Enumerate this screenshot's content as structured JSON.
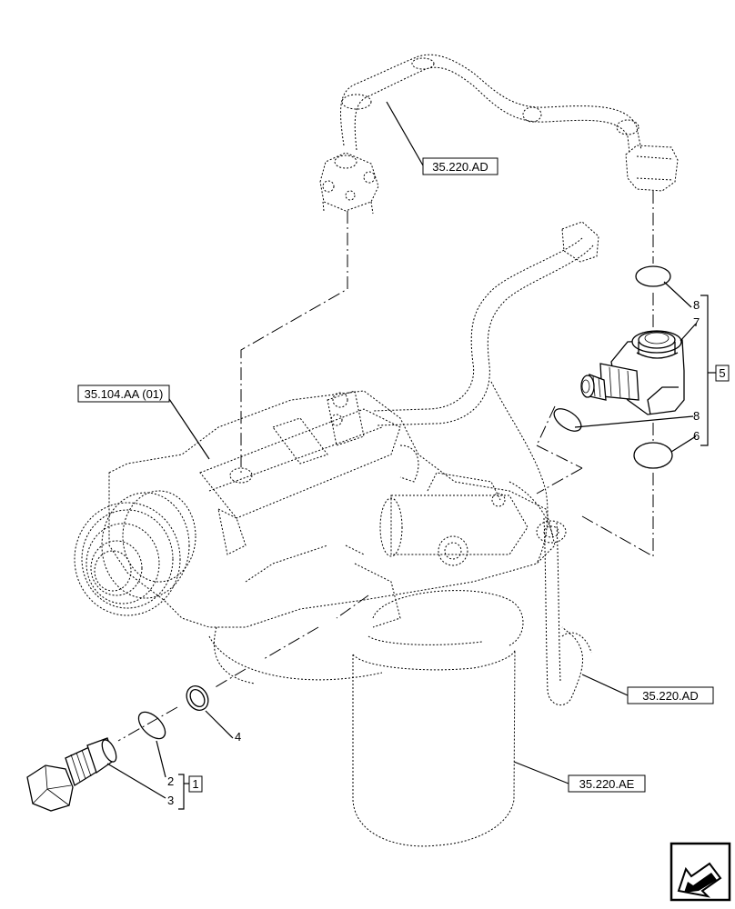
{
  "references": {
    "oil_pipe_top": "35.220.AD",
    "pump": "35.104.AA (01)",
    "oil_pipe_right": "35.220.AD",
    "filter": "35.220.AE"
  },
  "items": {
    "item_2": "2",
    "item_3": "3",
    "group_1": "1",
    "item_4": "4",
    "item_6": "6",
    "item_7": "7",
    "item_8_upper": "8",
    "item_8_lower": "8",
    "group_5": "5"
  },
  "icons": {
    "nav": "arrow-icon"
  }
}
